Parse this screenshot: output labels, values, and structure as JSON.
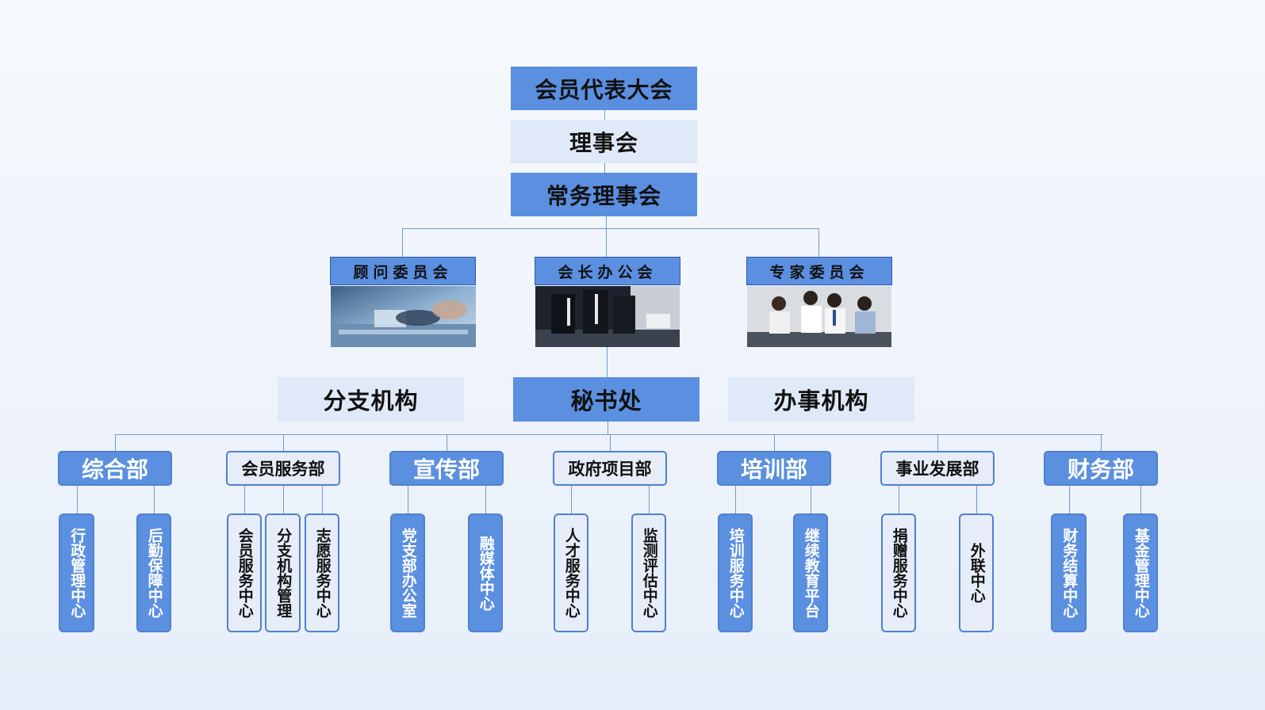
{
  "top": {
    "assembly": "会员代表大会",
    "council": "理事会",
    "standing": "常务理事会"
  },
  "committees": [
    "顾问委员会",
    "会长办公会",
    "专家委员会"
  ],
  "middle": {
    "branch": "分支机构",
    "secretariat": "秘书处",
    "office": "办事机构"
  },
  "departments": [
    {
      "name": "综合部",
      "subs": [
        "行政管理中心",
        "后勤保障中心"
      ]
    },
    {
      "name": "会员服务部",
      "subs": [
        "会员服务中心",
        "分支机构管理",
        "志愿服务中心"
      ]
    },
    {
      "name": "宣传部",
      "subs": [
        "党支部办公室",
        "融媒体中心"
      ]
    },
    {
      "name": "政府项目部",
      "subs": [
        "人才服务中心",
        "监测评估中心"
      ]
    },
    {
      "name": "培训部",
      "subs": [
        "培训服务中心",
        "继续教育平台"
      ]
    },
    {
      "name": "事业发展部",
      "subs": [
        "捐赠服务中心",
        "外联中心"
      ]
    },
    {
      "name": "财务部",
      "subs": [
        "财务结算中心",
        "基金管理中心"
      ]
    }
  ],
  "colors": {
    "dark_blue": "#5b8fe0",
    "light_blue": "#dfe9f7",
    "line": "#6f9bd3"
  },
  "icons": [
    "advisory-photo",
    "president-office-photo",
    "expert-photo"
  ]
}
